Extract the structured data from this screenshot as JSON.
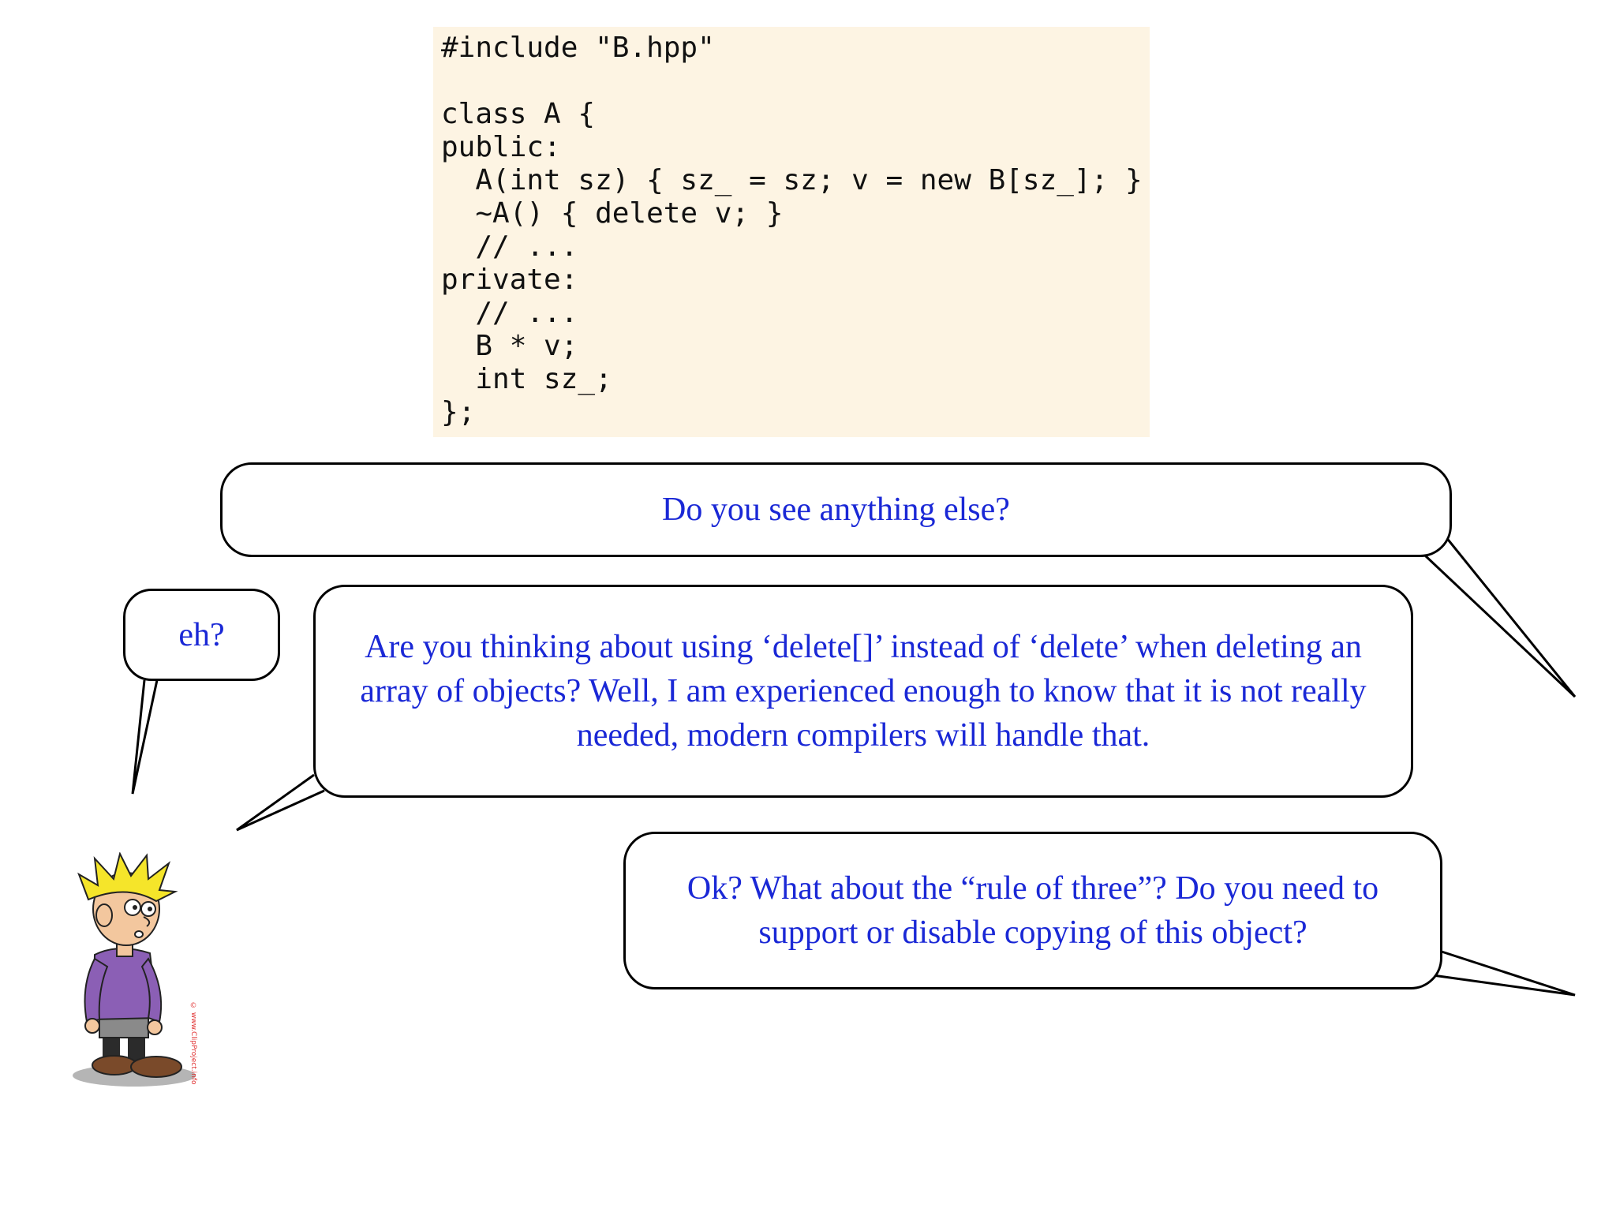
{
  "code": {
    "lines": [
      "#include \"B.hpp\"",
      "",
      "class A {",
      "public:",
      "  A(int sz) { sz_ = sz; v = new B[sz_]; }",
      "  ~A() { delete v; }",
      "  // ...",
      "private:",
      "  // ...",
      "  B * v;",
      "  int sz_;",
      "};"
    ]
  },
  "bubbles": {
    "question": "Do you see anything else?",
    "eh": "eh?",
    "answer": "Are you thinking about using ‘delete[]’ instead of ‘delete’ when deleting an array of objects? Well, I am experienced enough to know that it is not really needed, modern compilers will handle that.",
    "rule_of_three": "Ok? What about the “rule of three”? Do you need to support or disable copying of this object?"
  },
  "credit": "© www.ClipProject.info",
  "colors": {
    "speech_text": "#1a28d6",
    "code_background": "#fdf4e3",
    "bubble_border": "#000000"
  },
  "icons": {
    "character": "cartoon-boy-character"
  }
}
